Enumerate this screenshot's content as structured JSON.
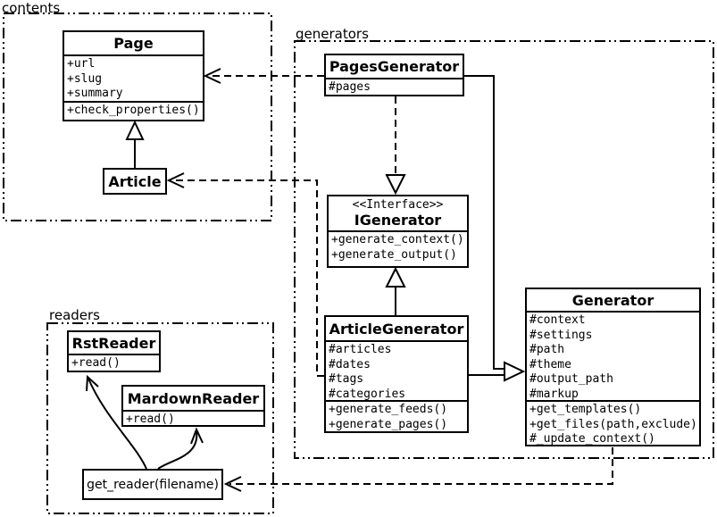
{
  "packages": {
    "contents": {
      "label": "contents"
    },
    "generators": {
      "label": "generators"
    },
    "readers": {
      "label": "readers"
    }
  },
  "classes": {
    "page": {
      "name": "Page",
      "attrs": [
        "+url",
        "+slug",
        "+summary"
      ],
      "methods": [
        "+check_properties()"
      ]
    },
    "article": {
      "name": "Article"
    },
    "pages_generator": {
      "name": "PagesGenerator",
      "attrs": [
        "#pages"
      ]
    },
    "igenerator": {
      "stereotype": "<<Interface>>",
      "name": "IGenerator",
      "methods": [
        "+generate_context()",
        "+generate_output()"
      ]
    },
    "article_generator": {
      "name": "ArticleGenerator",
      "attrs": [
        "#articles",
        "#dates",
        "#tags",
        "#categories"
      ],
      "methods": [
        "+generate_feeds()",
        "+generate_pages()"
      ]
    },
    "generator": {
      "name": "Generator",
      "attrs": [
        "#context",
        "#settings",
        "#path",
        "#theme",
        "#output_path",
        "#markup"
      ],
      "methods": [
        "+get_templates()",
        "+get_files(path,exclude)",
        "#_update_context()"
      ]
    },
    "rst_reader": {
      "name": "RstReader",
      "methods": [
        "+read()"
      ]
    },
    "mardown_reader": {
      "name": "MardownReader",
      "methods": [
        "+read()"
      ]
    },
    "get_reader": {
      "name": "get_reader(filename)"
    }
  },
  "relationships": [
    {
      "from": "Article",
      "to": "Page",
      "type": "generalization"
    },
    {
      "from": "PagesGenerator",
      "to": "Page",
      "type": "dependency"
    },
    {
      "from": "ArticleGenerator",
      "to": "Article",
      "type": "dependency"
    },
    {
      "from": "PagesGenerator",
      "to": "IGenerator",
      "type": "realization"
    },
    {
      "from": "ArticleGenerator",
      "to": "IGenerator",
      "type": "generalization"
    },
    {
      "from": "PagesGenerator",
      "to": "Generator",
      "type": "generalization"
    },
    {
      "from": "ArticleGenerator",
      "to": "Generator",
      "type": "generalization"
    },
    {
      "from": "Generator",
      "to": "get_reader(filename)",
      "type": "dependency"
    },
    {
      "from": "get_reader(filename)",
      "to": "RstReader",
      "type": "call"
    },
    {
      "from": "get_reader(filename)",
      "to": "MardownReader",
      "type": "call"
    }
  ],
  "colors": {
    "line": "#000000",
    "background": "#ffffff"
  }
}
